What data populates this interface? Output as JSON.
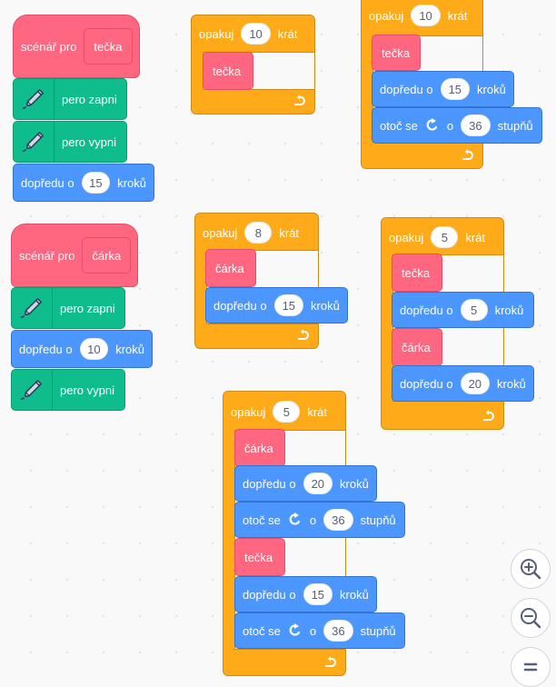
{
  "labels": {
    "scenario_for": "scénář pro",
    "pen_down": "pero zapni",
    "pen_up": "pero vypni",
    "forward": "dopředu o",
    "steps": "kroků",
    "repeat": "opakuj",
    "times": "krát",
    "turn": "otoč se",
    "by": "o",
    "degrees": "stupňů"
  },
  "names": {
    "dot": "tečka",
    "dash": "čárka"
  },
  "values": {
    "dot_forward": "15",
    "dash_forward": "10",
    "loop1_count": "10",
    "loop2_count": "10",
    "loop2_forward": "15",
    "loop2_turn": "36",
    "loop3_count": "8",
    "loop3_forward": "15",
    "loop4_count": "5",
    "loop4_forward_a": "5",
    "loop4_forward_b": "20",
    "loop5_count": "5",
    "loop5_forward_a": "20",
    "loop5_turn_a": "36",
    "loop5_forward_b": "15",
    "loop5_turn_b": "36"
  },
  "icons": {
    "pen": "pen-icon",
    "loop_arrow": "loop-arrow-icon",
    "turn": "turn-right-icon",
    "zoom_in": "zoom-in-icon",
    "zoom_out": "zoom-out-icon",
    "zoom_reset": "zoom-reset-icon"
  },
  "colors": {
    "events": "#ff6680",
    "motion": "#4c97ff",
    "control": "#ffab19",
    "pen": "#0fbd8c"
  }
}
